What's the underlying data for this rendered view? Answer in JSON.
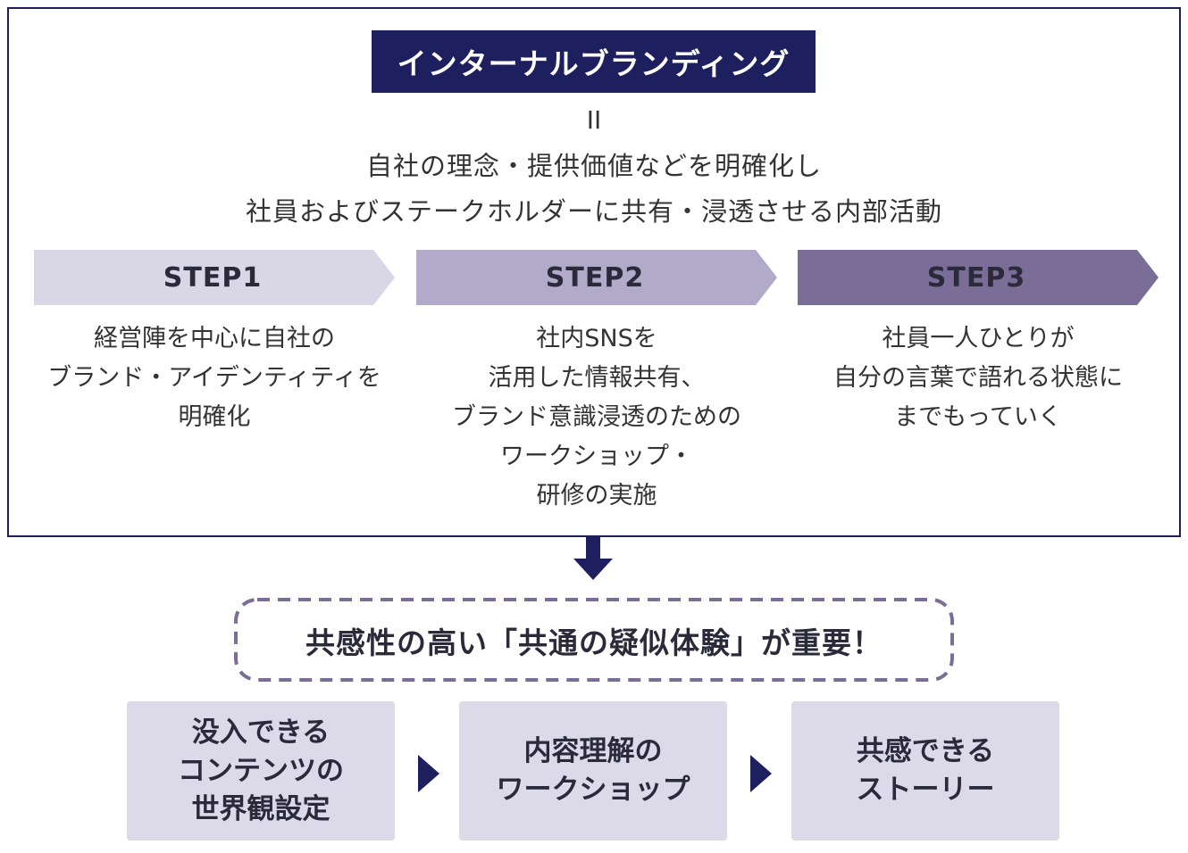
{
  "title": "インターナルブランディング",
  "equals": "II",
  "definition": {
    "line1": "自社の理念・提供価値などを明確化し",
    "line2": "社員およびステークホルダーに共有・浸透させる内部活動"
  },
  "steps": [
    {
      "label": "STEP1",
      "color": "#d9d6e6",
      "desc": [
        "経営陣を中心に自社の",
        "ブランド・アイデンティティを",
        "明確化"
      ]
    },
    {
      "label": "STEP2",
      "color": "#b1aac9",
      "desc": [
        "社内SNSを",
        "活用した情報共有、",
        "ブランド意識浸透のための",
        "ワークショップ・",
        "研修の実施"
      ]
    },
    {
      "label": "STEP3",
      "color": "#7a6e99",
      "desc": [
        "社員一人ひとりが",
        "自分の言葉で語れる状態に",
        "までもっていく"
      ]
    }
  ],
  "highlight": "共感性の高い「共通の疑似体験」が重要！",
  "experiences": [
    {
      "lines": [
        "没入できる",
        "コンテンツの",
        "世界観設定"
      ]
    },
    {
      "lines": [
        "内容理解の",
        "ワークショップ"
      ]
    },
    {
      "lines": [
        "共感できる",
        "ストーリー"
      ]
    }
  ],
  "colors": {
    "navy": "#1e1f5e",
    "box": "#dcd9e8",
    "dash": "#7a6e99"
  }
}
